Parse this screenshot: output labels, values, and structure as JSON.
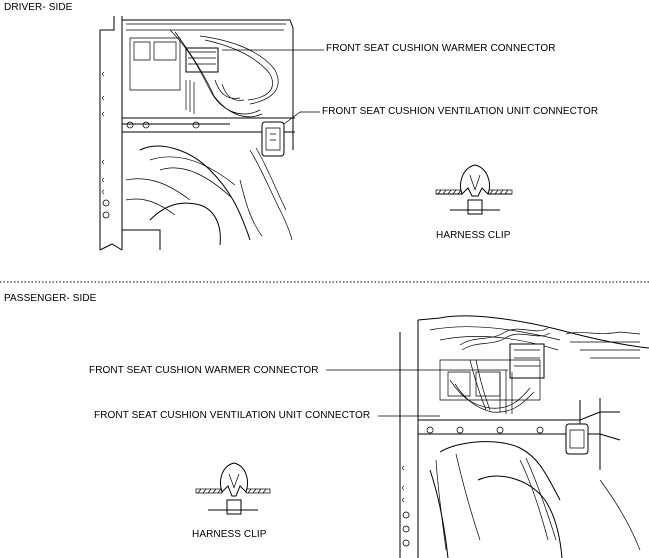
{
  "driver": {
    "section_title": "DRIVER- SIDE",
    "warmer_label": "FRONT SEAT CUSHION WARMER CONNECTOR",
    "ventilation_label": "FRONT SEAT CUSHION VENTILATION UNIT CONNECTOR",
    "clip_label": "HARNESS CLIP"
  },
  "passenger": {
    "section_title": "PASSENGER- SIDE",
    "warmer_label": "FRONT SEAT CUSHION WARMER CONNECTOR",
    "ventilation_label": "FRONT SEAT CUSHION VENTILATION UNIT CONNECTOR",
    "clip_label": "HARNESS CLIP"
  }
}
